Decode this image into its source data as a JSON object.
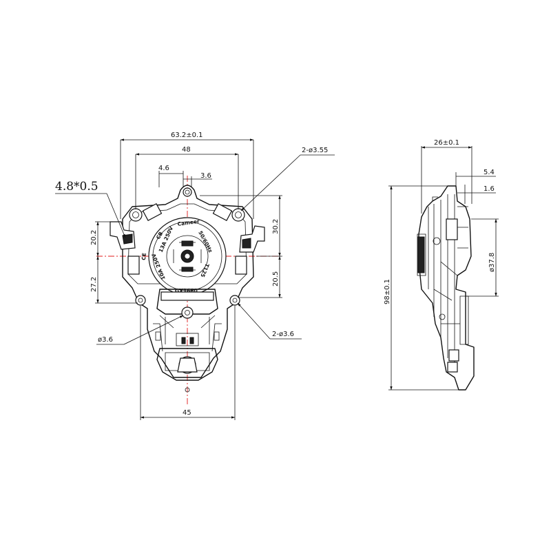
{
  "front_view": {
    "dims": {
      "overall_width": "63.2±0.1",
      "hole_spacing": "48",
      "pin_offset": "4.6",
      "pin_width": "3.6",
      "left_upper": "20.2",
      "left_lower": "27.2",
      "right_upper": "30.2",
      "right_lower": "20.5",
      "bottom_width": "45",
      "terminal": "4.8*0.5",
      "top_holes": "2-ø3.55",
      "side_holes": "2-ø3.6",
      "center_hole": "ø3.6"
    },
    "markings": {
      "brand": "Cameer",
      "ratings": "13A 250V",
      "frequency": "50/60Hz",
      "current2": "10A 250V",
      "temp": "T125",
      "model": "GX1680",
      "cert_left": "CB",
      "cert_right": "CE"
    }
  },
  "side_view": {
    "dims": {
      "depth": "26±0.1",
      "height": "98±0.1",
      "offset_a": "5.4",
      "offset_b": "1.6",
      "diameter": "ø37.8"
    }
  },
  "colors": {
    "line": "#111111",
    "centerline": "#e01818"
  }
}
